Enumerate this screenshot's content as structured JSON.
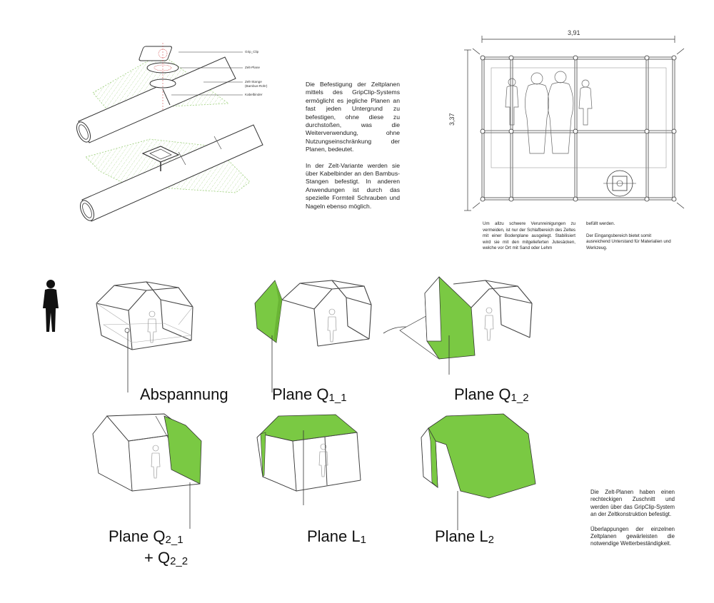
{
  "clip_labels": {
    "grip_clip": "Grip_Clip",
    "zelt_plane": "Zelt-Plane",
    "zelt_stange": "Zelt-Stange",
    "bambus_rohr": "(Bambus-Rohr)",
    "kabelbinder": "Kabelbinder"
  },
  "intro_text": {
    "p1": "Die Befestigung der Zeltplanen mittels des GripClip-Systems ermöglicht es jegliche Planen an fast jeden Untergrund zu befestigen, ohne diese zu durchstoßen, was die Weiterverwendung, ohne Nutzungseinschränkung der Planen, bedeutet.",
    "p2": "In der Zelt-Variante werden sie über Kabelbinder an den Bambus-Stangen befestigt. In anderen Anwendungen ist durch das spezielle Formteil Schrauben und Nageln ebenso möglich."
  },
  "plan": {
    "width_label": "3,91",
    "depth_label": "3,37"
  },
  "plan_text": {
    "left": "Um allzu schwere Verunreinigungen zu vermeiden, ist nur der Schlafbereich des Zeltes mit einer Bodenplane ausgelegt. Stabilisiert wird sie mit den mitgelieferten Jutesäcken, welche vor Ort mit Sand oder Lehm",
    "right_p1": "befüllt werden.",
    "right_p2": "Der Eingangsbereich bietet somit ausreichend Unterstand für Materialien und Werkzeug."
  },
  "steps": {
    "abspannung": "Abspannung",
    "plane": "Plane",
    "q1_1_main": "Q",
    "q1_1_sub": "1_1",
    "q1_2_main": "Q",
    "q1_2_sub": "1_2",
    "q2_1_main": "Q",
    "q2_1_sub": "2_1",
    "plus": "+ Q",
    "q2_2_sub": "2_2",
    "l1_main": "L",
    "l1_sub": "1",
    "l2_main": "L",
    "l2_sub": "2"
  },
  "bottom_text": {
    "p1": "Die Zelt-Planen haben einen rechteckigen Zuschnitt und werden über das GripClip-System an der Zeltkonstruktion befestigt.",
    "p2": "Überlappungen der einzelnen Zeltplanen gewärleisten die notwendige Wetterbeständigkeit."
  },
  "colors": {
    "tarp_green": "#7ac943",
    "line": "#333333",
    "hatch": "#9ccf7a"
  }
}
